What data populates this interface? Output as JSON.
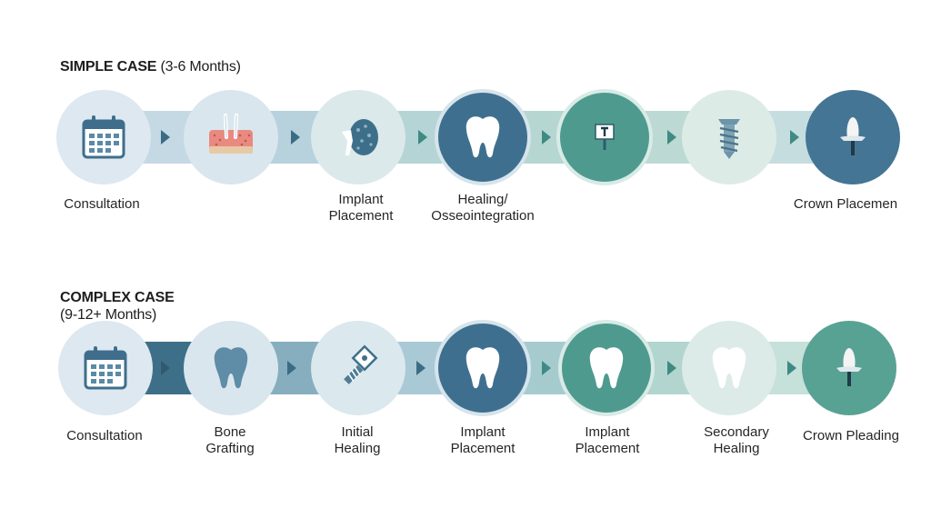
{
  "simple": {
    "title": "SIMPLE CASE",
    "title_sub": " (3-6 Months)",
    "steps": [
      {
        "label1": "Consultation",
        "label2": "",
        "icon": "calendar-icon"
      },
      {
        "label1": "",
        "label2": "",
        "icon": "gum-tissue-icon"
      },
      {
        "label1": "Implant",
        "label2": "Placement",
        "icon": "bone-implant-icon"
      },
      {
        "label1": "Healing/",
        "label2": "Osseointegration",
        "icon": "tooth-icon"
      },
      {
        "label1": "",
        "label2": "",
        "icon": "abutment-icon"
      },
      {
        "label1": "",
        "label2": "",
        "icon": "implant-screw-icon"
      },
      {
        "label1": "Crown Placemen",
        "label2": "",
        "icon": "crown-post-icon"
      }
    ]
  },
  "complex": {
    "title": "COMPLEX CASE",
    "title_sub": "(9-12+ Months)",
    "steps": [
      {
        "label1": "Consultation",
        "label2": "",
        "icon": "calendar-icon"
      },
      {
        "label1": "Bone",
        "label2": "Grafting",
        "icon": "tooth-icon"
      },
      {
        "label1": "Initial",
        "label2": "Healing",
        "icon": "implant-screw-icon"
      },
      {
        "label1": "Implant",
        "label2": "Placement",
        "icon": "tooth-icon"
      },
      {
        "label1": "Implant",
        "label2": "Placement",
        "icon": "tooth-icon"
      },
      {
        "label1": "Secondary",
        "label2": "Healing",
        "icon": "tooth-icon"
      },
      {
        "label1": "Crown Pleading",
        "label2": "",
        "icon": "crown-post-icon"
      }
    ]
  },
  "colors": {
    "dark_blue": "#3f7192",
    "teal": "#4f9c8f",
    "light_blue": "#dde9f1",
    "light_teal": "#dcebe8",
    "band": "#b9d3de"
  }
}
